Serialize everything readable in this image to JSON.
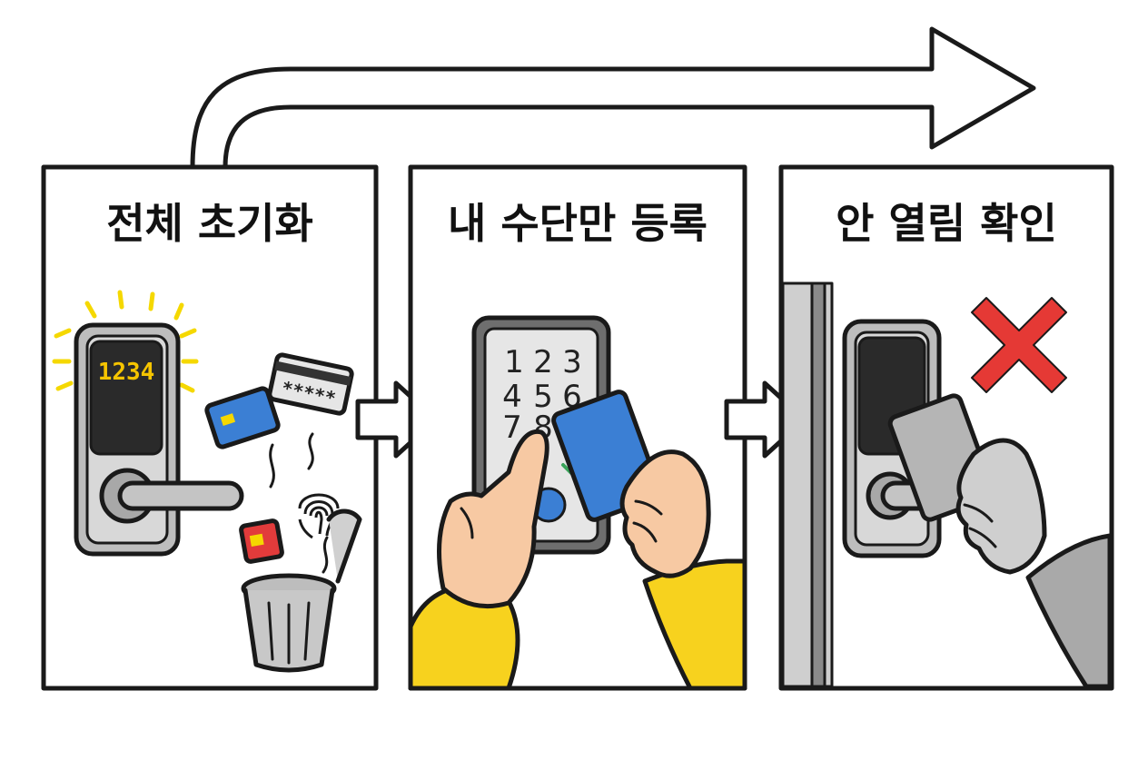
{
  "panels": [
    {
      "title": "전체 초기화",
      "lock_code": "1234",
      "card_code": "*****"
    },
    {
      "title": "내 수단만 등록",
      "keypad": [
        "1",
        "2",
        "3",
        "4",
        "5",
        "6",
        "7",
        "8"
      ]
    },
    {
      "title": "안 열림 확인"
    }
  ],
  "colors": {
    "outline": "#1a1a1a",
    "accent_yellow": "#f5d800",
    "sleeve_yellow": "#f7d21e",
    "card_blue": "#3b7fd4",
    "skin": "#f7c9a3",
    "lock_gray": "#bdbdbd",
    "cross_red": "#e53935",
    "check_green": "#3aa35a"
  },
  "icons": [
    "flow-arrow-icon",
    "step-arrow-icon",
    "door-lock-icon",
    "keypad-lock-icon",
    "card-icon",
    "fingerprint-icon",
    "trash-can-icon",
    "cross-icon",
    "hand-icon"
  ]
}
